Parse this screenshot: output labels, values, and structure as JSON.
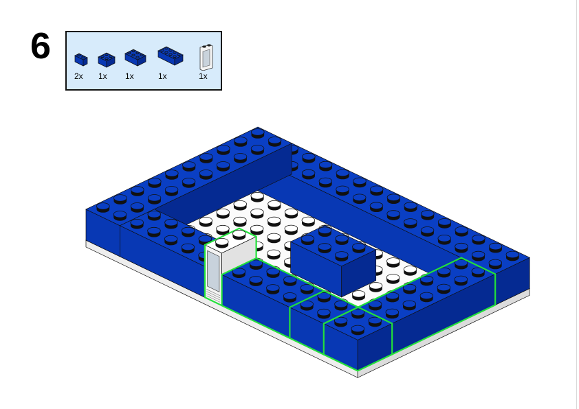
{
  "step": {
    "number": "6"
  },
  "parts": [
    {
      "icon": "brick-1x2-blue-icon",
      "qty": "2x",
      "w": 1,
      "l": 2
    },
    {
      "icon": "brick-2x2-blue-icon",
      "qty": "1x",
      "w": 2,
      "l": 2
    },
    {
      "icon": "brick-2x3-blue-icon",
      "qty": "1x",
      "w": 2,
      "l": 3
    },
    {
      "icon": "brick-2x4-blue-icon",
      "qty": "1x",
      "w": 2,
      "l": 4
    },
    {
      "icon": "door-frame-white-icon",
      "qty": "1x"
    }
  ],
  "colors": {
    "blue": "#0a3fc4",
    "highlight": "#22e03a",
    "parts_bg": "#d7ebfb"
  }
}
